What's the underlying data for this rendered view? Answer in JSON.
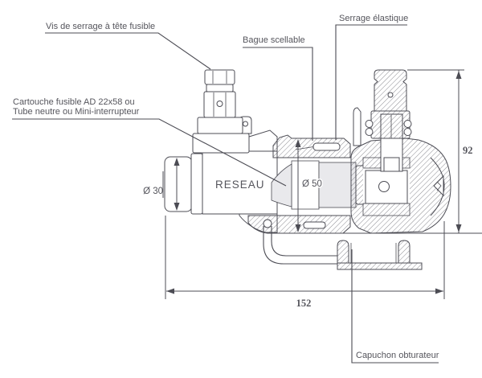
{
  "drawing": {
    "labels": {
      "vis": "Vis de serrage à tête fusible",
      "cartouche_line1": "Cartouche fusible AD 22x58 ou",
      "cartouche_line2": "Tube neutre ou Mini-interrupteur",
      "bague": "Bague scellable",
      "serrage": "Serrage élastique",
      "capuchon": "Capuchon obturateur",
      "reseau": "RESEAU"
    },
    "dimensions": {
      "inlet_diameter": "Ø 30",
      "cartridge_diameter": "Ø 50",
      "height": "92",
      "length": "152"
    },
    "colors": {
      "line": "#4c4c54",
      "text": "#55555c",
      "fill_light": "#e9e9ec",
      "background": "#ffffff"
    }
  }
}
